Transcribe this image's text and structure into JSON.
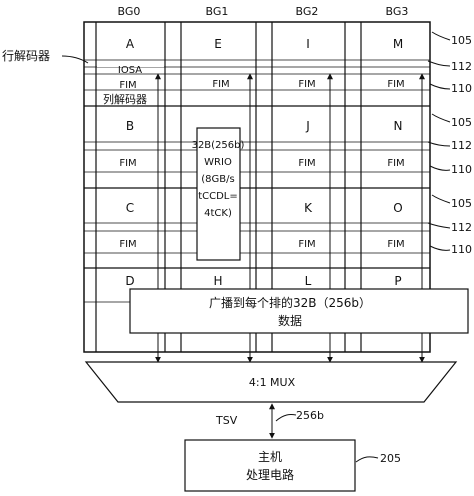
{
  "bank_groups": [
    "BG0",
    "BG1",
    "BG2",
    "BG3"
  ],
  "banks": [
    [
      "A",
      "E",
      "I",
      "M"
    ],
    [
      "B",
      "J",
      "N"
    ],
    [
      "C",
      "K",
      "O"
    ],
    [
      "D",
      "H",
      "L",
      "P"
    ]
  ],
  "row_decoder_label": "行解码器",
  "column_decoder_label": "列解码器",
  "iosa_label": "IOSA",
  "fim_label": "FIM",
  "wrio_lines": [
    "32B(256b)",
    "WRIO",
    "(8GB/s",
    "tCCDL=",
    "4tCK)"
  ],
  "ref_bank": "105",
  "ref_fim_upper": "112",
  "ref_fim_lower": "110",
  "broadcast_lines": [
    "广播到每个排的32B（256b）",
    "数据"
  ],
  "mux_label": "4:1 MUX",
  "tsv_label": "TSV",
  "bus_width_label": "256b",
  "host_lines": [
    "主机",
    "处理电路"
  ],
  "ref_host": "205"
}
